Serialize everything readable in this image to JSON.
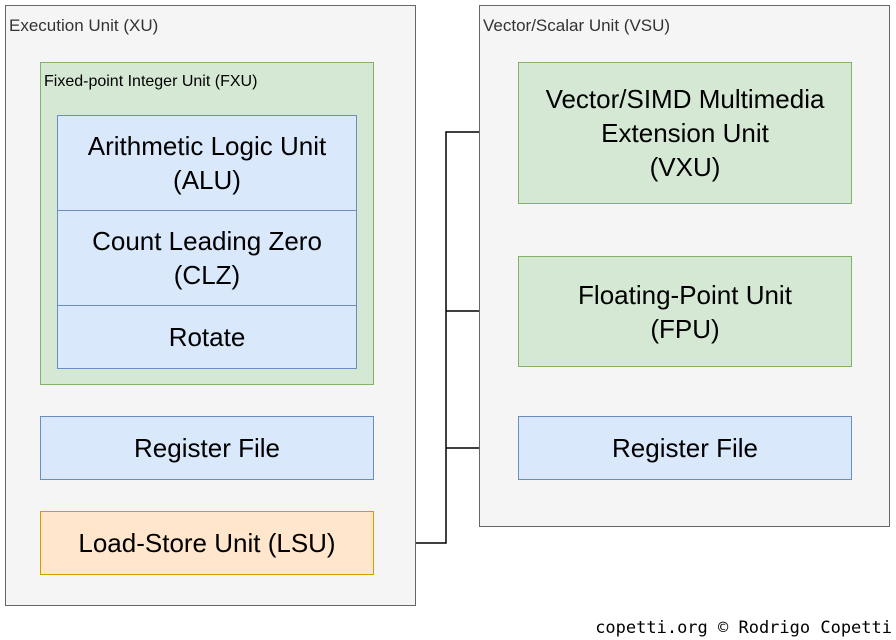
{
  "execution_unit": {
    "label": "Execution Unit (XU)",
    "fxu": {
      "label": "Fixed-point Integer Unit (FXU)",
      "alu": {
        "line1": "Arithmetic Logic Unit",
        "line2": "(ALU)"
      },
      "clz": {
        "line1": "Count Leading Zero",
        "line2": "(CLZ)"
      },
      "rotate": "Rotate"
    },
    "register_file": "Register File",
    "lsu": "Load-Store Unit (LSU)"
  },
  "vector_scalar_unit": {
    "label": "Vector/Scalar Unit (VSU)",
    "vxu": {
      "line1": "Vector/SIMD Multimedia",
      "line2": "Extension Unit",
      "line3": "(VXU)"
    },
    "fpu": {
      "line1": "Floating-Point Unit",
      "line2": "(FPU)"
    },
    "register_file": "Register File"
  },
  "credit": "copetti.org © Rodrigo Copetti",
  "colors": {
    "container_fill": "#f5f5f5",
    "container_stroke": "#666666",
    "green_fill": "#d5e8d4",
    "green_stroke": "#82b366",
    "blue_fill": "#dae8fc",
    "blue_stroke": "#6c8ebf",
    "orange_fill": "#ffe6cc",
    "orange_stroke": "#d79b00"
  }
}
